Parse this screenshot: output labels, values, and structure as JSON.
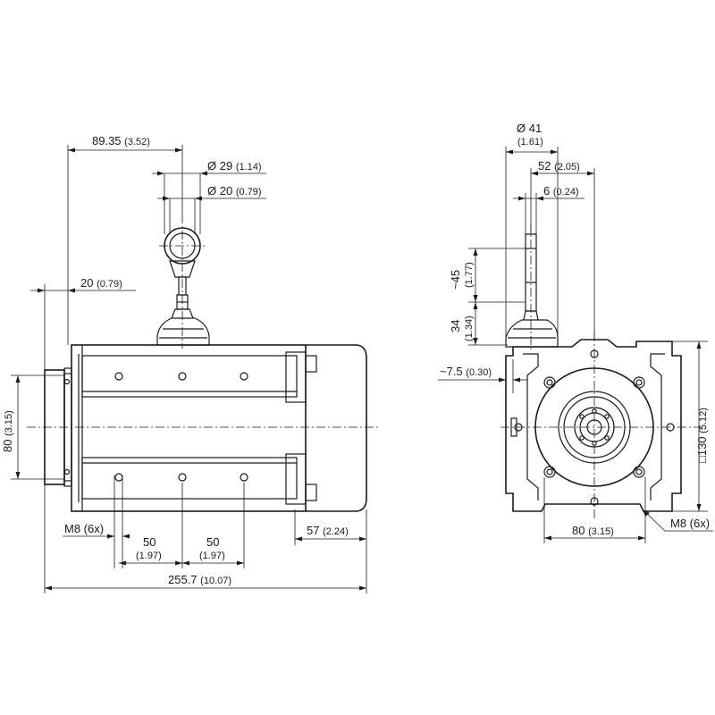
{
  "side_view": {
    "dim_89_35": {
      "value": "89.35",
      "inch": "(3.52)"
    },
    "dim_dia_29": {
      "value": "Ø 29",
      "inch": "(1.14)"
    },
    "dim_dia_20": {
      "value": "Ø 20",
      "inch": "(0.79)"
    },
    "dim_20": {
      "value": "20",
      "inch": "(0.79)"
    },
    "dim_80": {
      "value": "80",
      "inch": "(3.15)"
    },
    "thread_label": "M8 (6x)",
    "dim_50_a": {
      "value": "50",
      "inch": "(1.97)"
    },
    "dim_50_b": {
      "value": "50",
      "inch": "(1.97)"
    },
    "dim_57": {
      "value": "57",
      "inch": "(2.24)"
    },
    "dim_255_7": {
      "value": "255.7",
      "inch": "(10.07)"
    }
  },
  "front_view": {
    "dim_dia_41": {
      "value": "Ø 41",
      "inch": "(1.61)"
    },
    "dim_52": {
      "value": "52",
      "inch": "(2.05)"
    },
    "dim_6": {
      "value": "6",
      "inch": "(0.24)"
    },
    "dim_45": {
      "value": "~45",
      "inch": "(1.77)"
    },
    "dim_34": {
      "value": "34",
      "inch": "(1.34)"
    },
    "dim_7_5": {
      "value": "~7.5",
      "inch": "(0.30)"
    },
    "dim_80": {
      "value": "80",
      "inch": "(3.15)"
    },
    "dim_130": {
      "value": "□130",
      "inch": "(5.12)"
    },
    "thread_label": "M8 (6x)"
  }
}
